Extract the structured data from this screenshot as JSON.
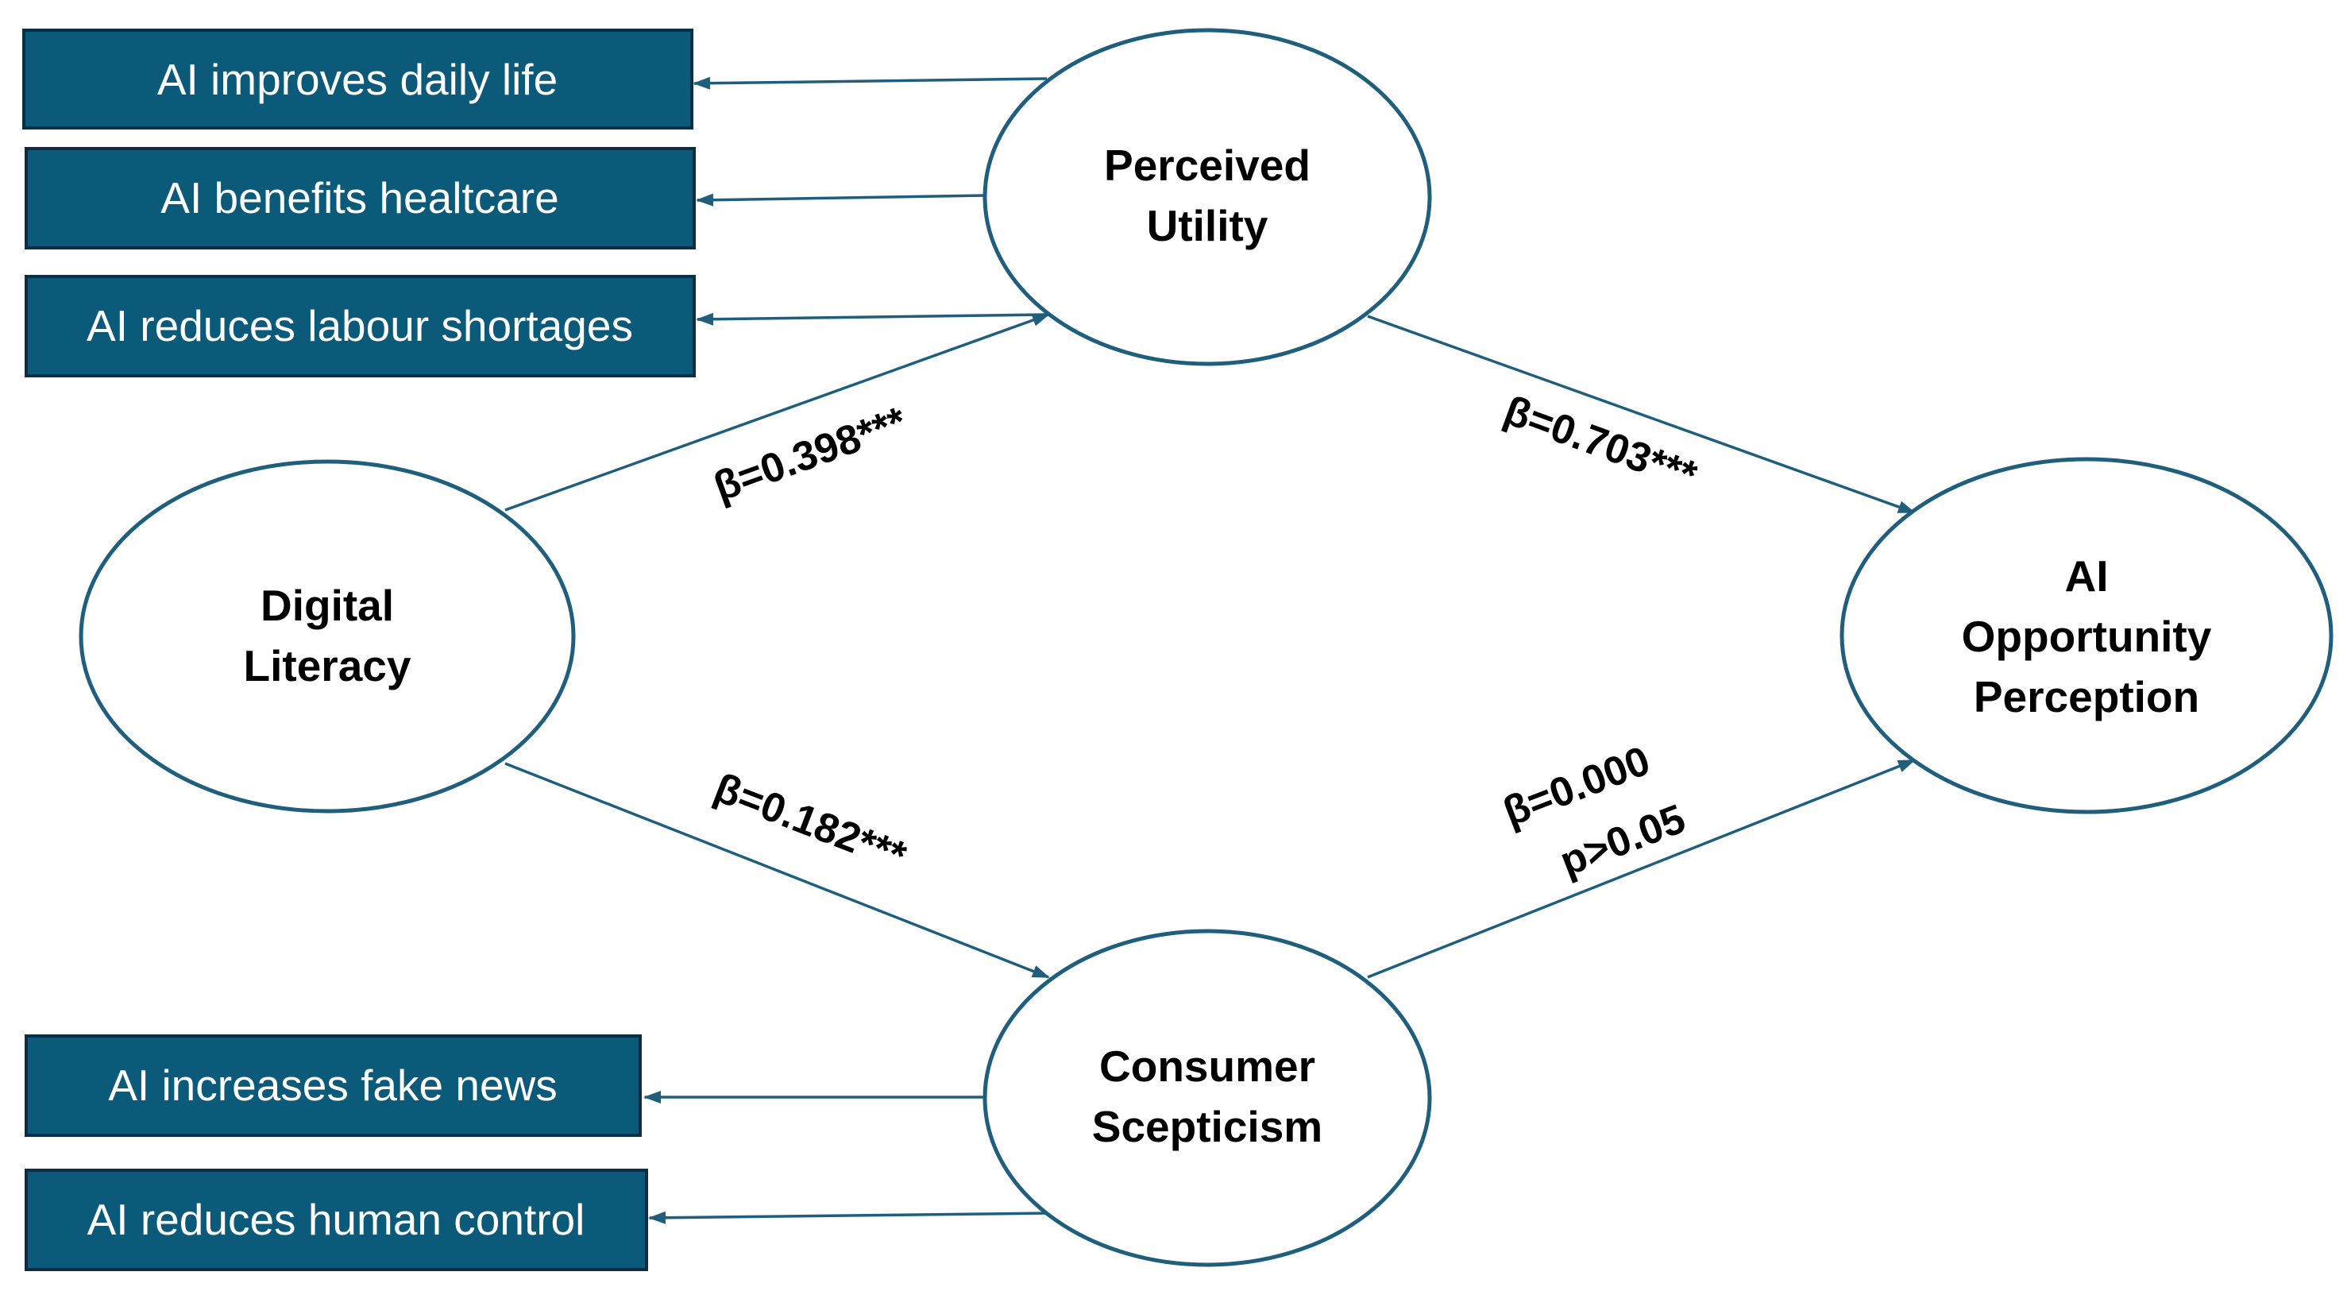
{
  "indicators": {
    "improves_daily_life": "AI improves daily life",
    "benefits_healthcare": "AI benefits healtcare",
    "reduces_labour_shortages": "AI reduces labour shortages",
    "increases_fake_news": "AI increases fake news",
    "reduces_human_control": "AI reduces human control"
  },
  "constructs": {
    "perceived_utility": [
      "Perceived",
      "Utility"
    ],
    "digital_literacy": [
      "Digital",
      "Literacy"
    ],
    "ai_opportunity_perception": [
      "AI",
      "Opportunity",
      "Perception"
    ],
    "consumer_scepticism": [
      "Consumer",
      "Scepticism"
    ]
  },
  "paths": {
    "dl_to_pu": "β=0.398***",
    "pu_to_aop": "β=0.703***",
    "dl_to_cs": "β=0.182***",
    "cs_to_aop_beta": "β=0.000",
    "cs_to_aop_p": "p>0.05"
  },
  "colors": {
    "indicator_fill": "#0b5a7a",
    "indicator_border": "#0a2f44",
    "construct_stroke": "#1f5f7d",
    "arrow": "#1f5f7d"
  }
}
